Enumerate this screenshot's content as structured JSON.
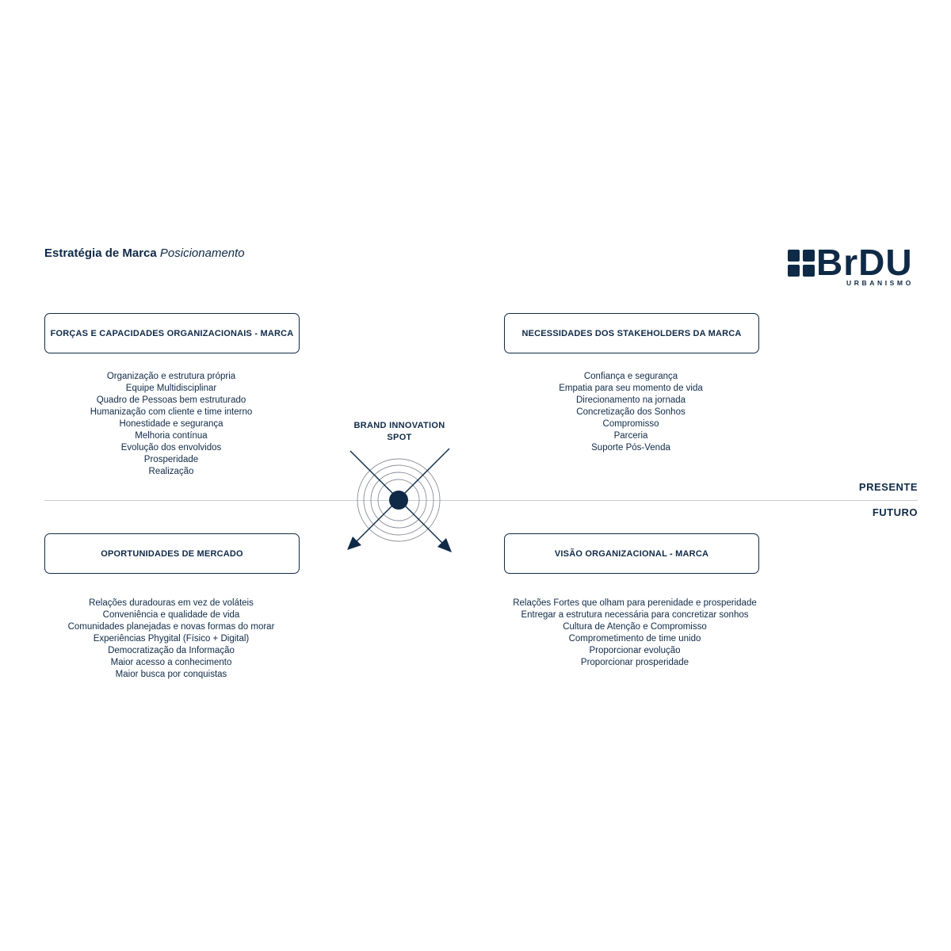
{
  "header": {
    "title_bold": "Estratégia de Marca",
    "title_italic": "Posicionamento"
  },
  "logo": {
    "wordmark": "BrDU",
    "subtitle": "URBANISMO"
  },
  "center": {
    "label_line1": "BRAND INNOVATION",
    "label_line2": "SPOT"
  },
  "axis": {
    "top_label": "PRESENTE",
    "bottom_label": "FUTURO"
  },
  "quadrants": {
    "top_left": {
      "title": "FORÇAS E CAPACIDADES ORGANIZACIONAIS - MARCA",
      "items": [
        "Organização e estrutura própria",
        "Equipe Multidisciplinar",
        "Quadro de Pessoas bem estruturado",
        "Humanização com cliente e time interno",
        "Honestidade e segurança",
        "Melhoria contínua",
        "Evolução dos envolvidos",
        "Prosperidade",
        "Realização"
      ]
    },
    "top_right": {
      "title": "NECESSIDADES DOS STAKEHOLDERS DA MARCA",
      "items": [
        "Confiança e segurança",
        "Empatia para seu momento de vida",
        "Direcionamento na jornada",
        "Concretização dos Sonhos",
        "Compromisso",
        "Parceria",
        "Suporte Pós-Venda"
      ]
    },
    "bottom_left": {
      "title": "OPORTUNIDADES DE MERCADO",
      "items": [
        "Relações duradouras em vez de voláteis",
        "Conveniência e qualidade de vida",
        "Comunidades planejadas e novas formas do morar",
        "Experiências Phygital (Físico + Digital)",
        "Democratização da Informação",
        "Maior acesso a conhecimento",
        "Maior busca por conquistas"
      ]
    },
    "bottom_right": {
      "title": "VISÃO ORGANIZACIONAL - MARCA",
      "items": [
        "Relações Fortes que olham para perenidade e prosperidade",
        "Entregar a estrutura necessária para concretizar sonhos",
        "Cultura de Atenção e Compromisso",
        "Comprometimento de time unido",
        "Proporcionar evolução",
        "Proporcionar prosperidade"
      ]
    }
  },
  "colors": {
    "navy": "#0f2a47",
    "axis_line": "#c8ccd2",
    "rings": "#8a8f96"
  }
}
